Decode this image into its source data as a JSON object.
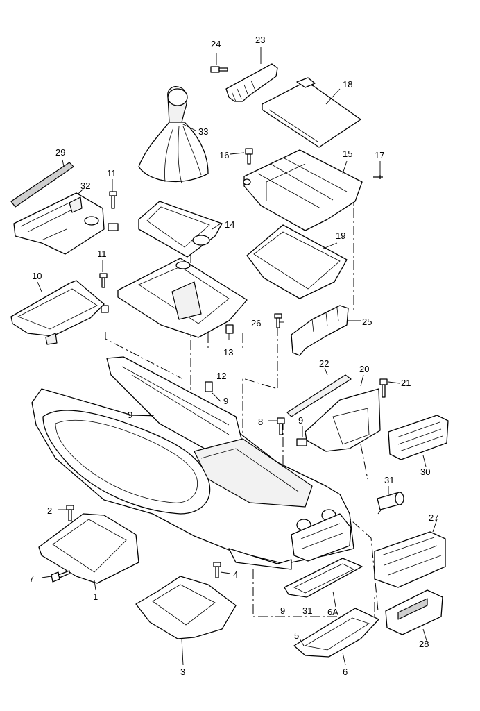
{
  "callouts": {
    "c1": "1",
    "c2": "2",
    "c3": "3",
    "c4": "4",
    "c5": "5",
    "c6": "6",
    "c6a": "6A",
    "c7": "7",
    "c8": "8",
    "c9a": "9",
    "c9b": "9",
    "c9c": "9",
    "c9d": "9",
    "c10": "10",
    "c11a": "11",
    "c11b": "11",
    "c12": "12",
    "c13": "13",
    "c14": "14",
    "c15": "15",
    "c16": "16",
    "c17": "17",
    "c18": "18",
    "c19": "19",
    "c20": "20",
    "c21": "21",
    "c22": "22",
    "c23": "23",
    "c24": "24",
    "c25": "25",
    "c26": "26",
    "c27": "27",
    "c28": "28",
    "c29": "29",
    "c30": "30",
    "c31a": "31",
    "c31b": "31",
    "c32": "32",
    "c33": "33"
  }
}
